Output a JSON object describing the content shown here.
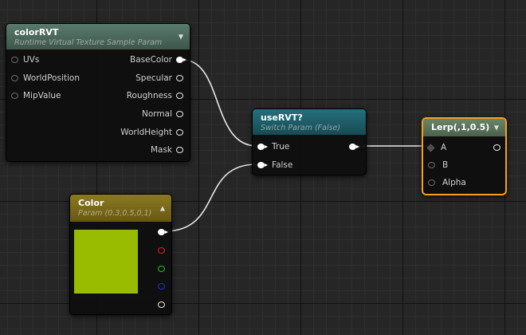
{
  "nodes": {
    "color_rvt": {
      "title": "colorRVT",
      "subtitle": "Runtime Virtual Texture Sample Param",
      "inputs": [
        "UVs",
        "WorldPosition",
        "MipValue"
      ],
      "outputs": [
        "BaseColor",
        "Specular",
        "Roughness",
        "Normal",
        "WorldHeight",
        "Mask"
      ]
    },
    "use_rvt": {
      "title": "useRVT?",
      "subtitle": "Switch Param (False)",
      "inputs": [
        "True",
        "False"
      ]
    },
    "lerp": {
      "title": "Lerp(,1,0.5)",
      "inputs": [
        "A",
        "B",
        "Alpha"
      ]
    },
    "color_param": {
      "title": "Color",
      "subtitle": "Param (0.3,0.5,0,1)",
      "swatch_color": "#99bb00"
    }
  },
  "colors": {
    "rvt_header": "#4e6a60",
    "switch_header": "#1e5c68",
    "lerp_header": "#5b735b",
    "lerp_outline": "#f5a020",
    "param_header": "#7a6a18",
    "wire": "#e8e8e8"
  },
  "icons": [
    "collapse-arrow-icon",
    "expand-arrow-icon",
    "pin-icon"
  ]
}
